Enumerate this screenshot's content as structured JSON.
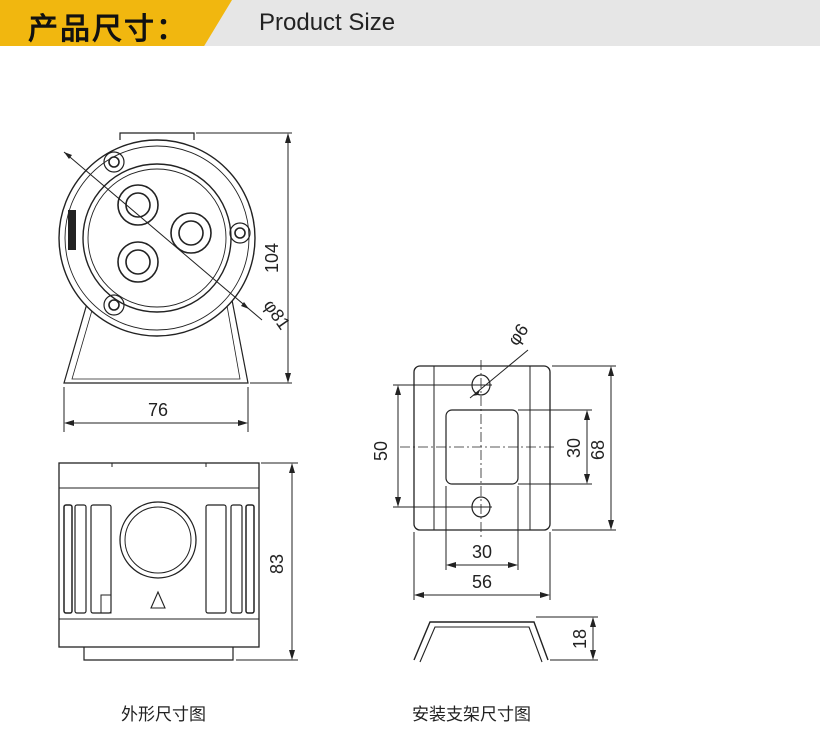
{
  "header": {
    "title_cn": "产品尺寸：",
    "title_en": "Product Size"
  },
  "camera": {
    "dim_height": "104",
    "dim_diameter": "φ81",
    "dim_width": "76",
    "dim_side_height": "83",
    "caption": "外形尺寸图"
  },
  "bracket": {
    "dim_hole": "φ6",
    "dim_hole_spacing": "50",
    "dim_window_height": "30",
    "dim_height": "68",
    "dim_window_width": "30",
    "dim_width": "56",
    "dim_depth": "18",
    "caption": "安装支架尺寸图"
  },
  "colors": {
    "accent": "#f1b70f",
    "header_bg": "#e6e6e6",
    "line": "#222222"
  }
}
